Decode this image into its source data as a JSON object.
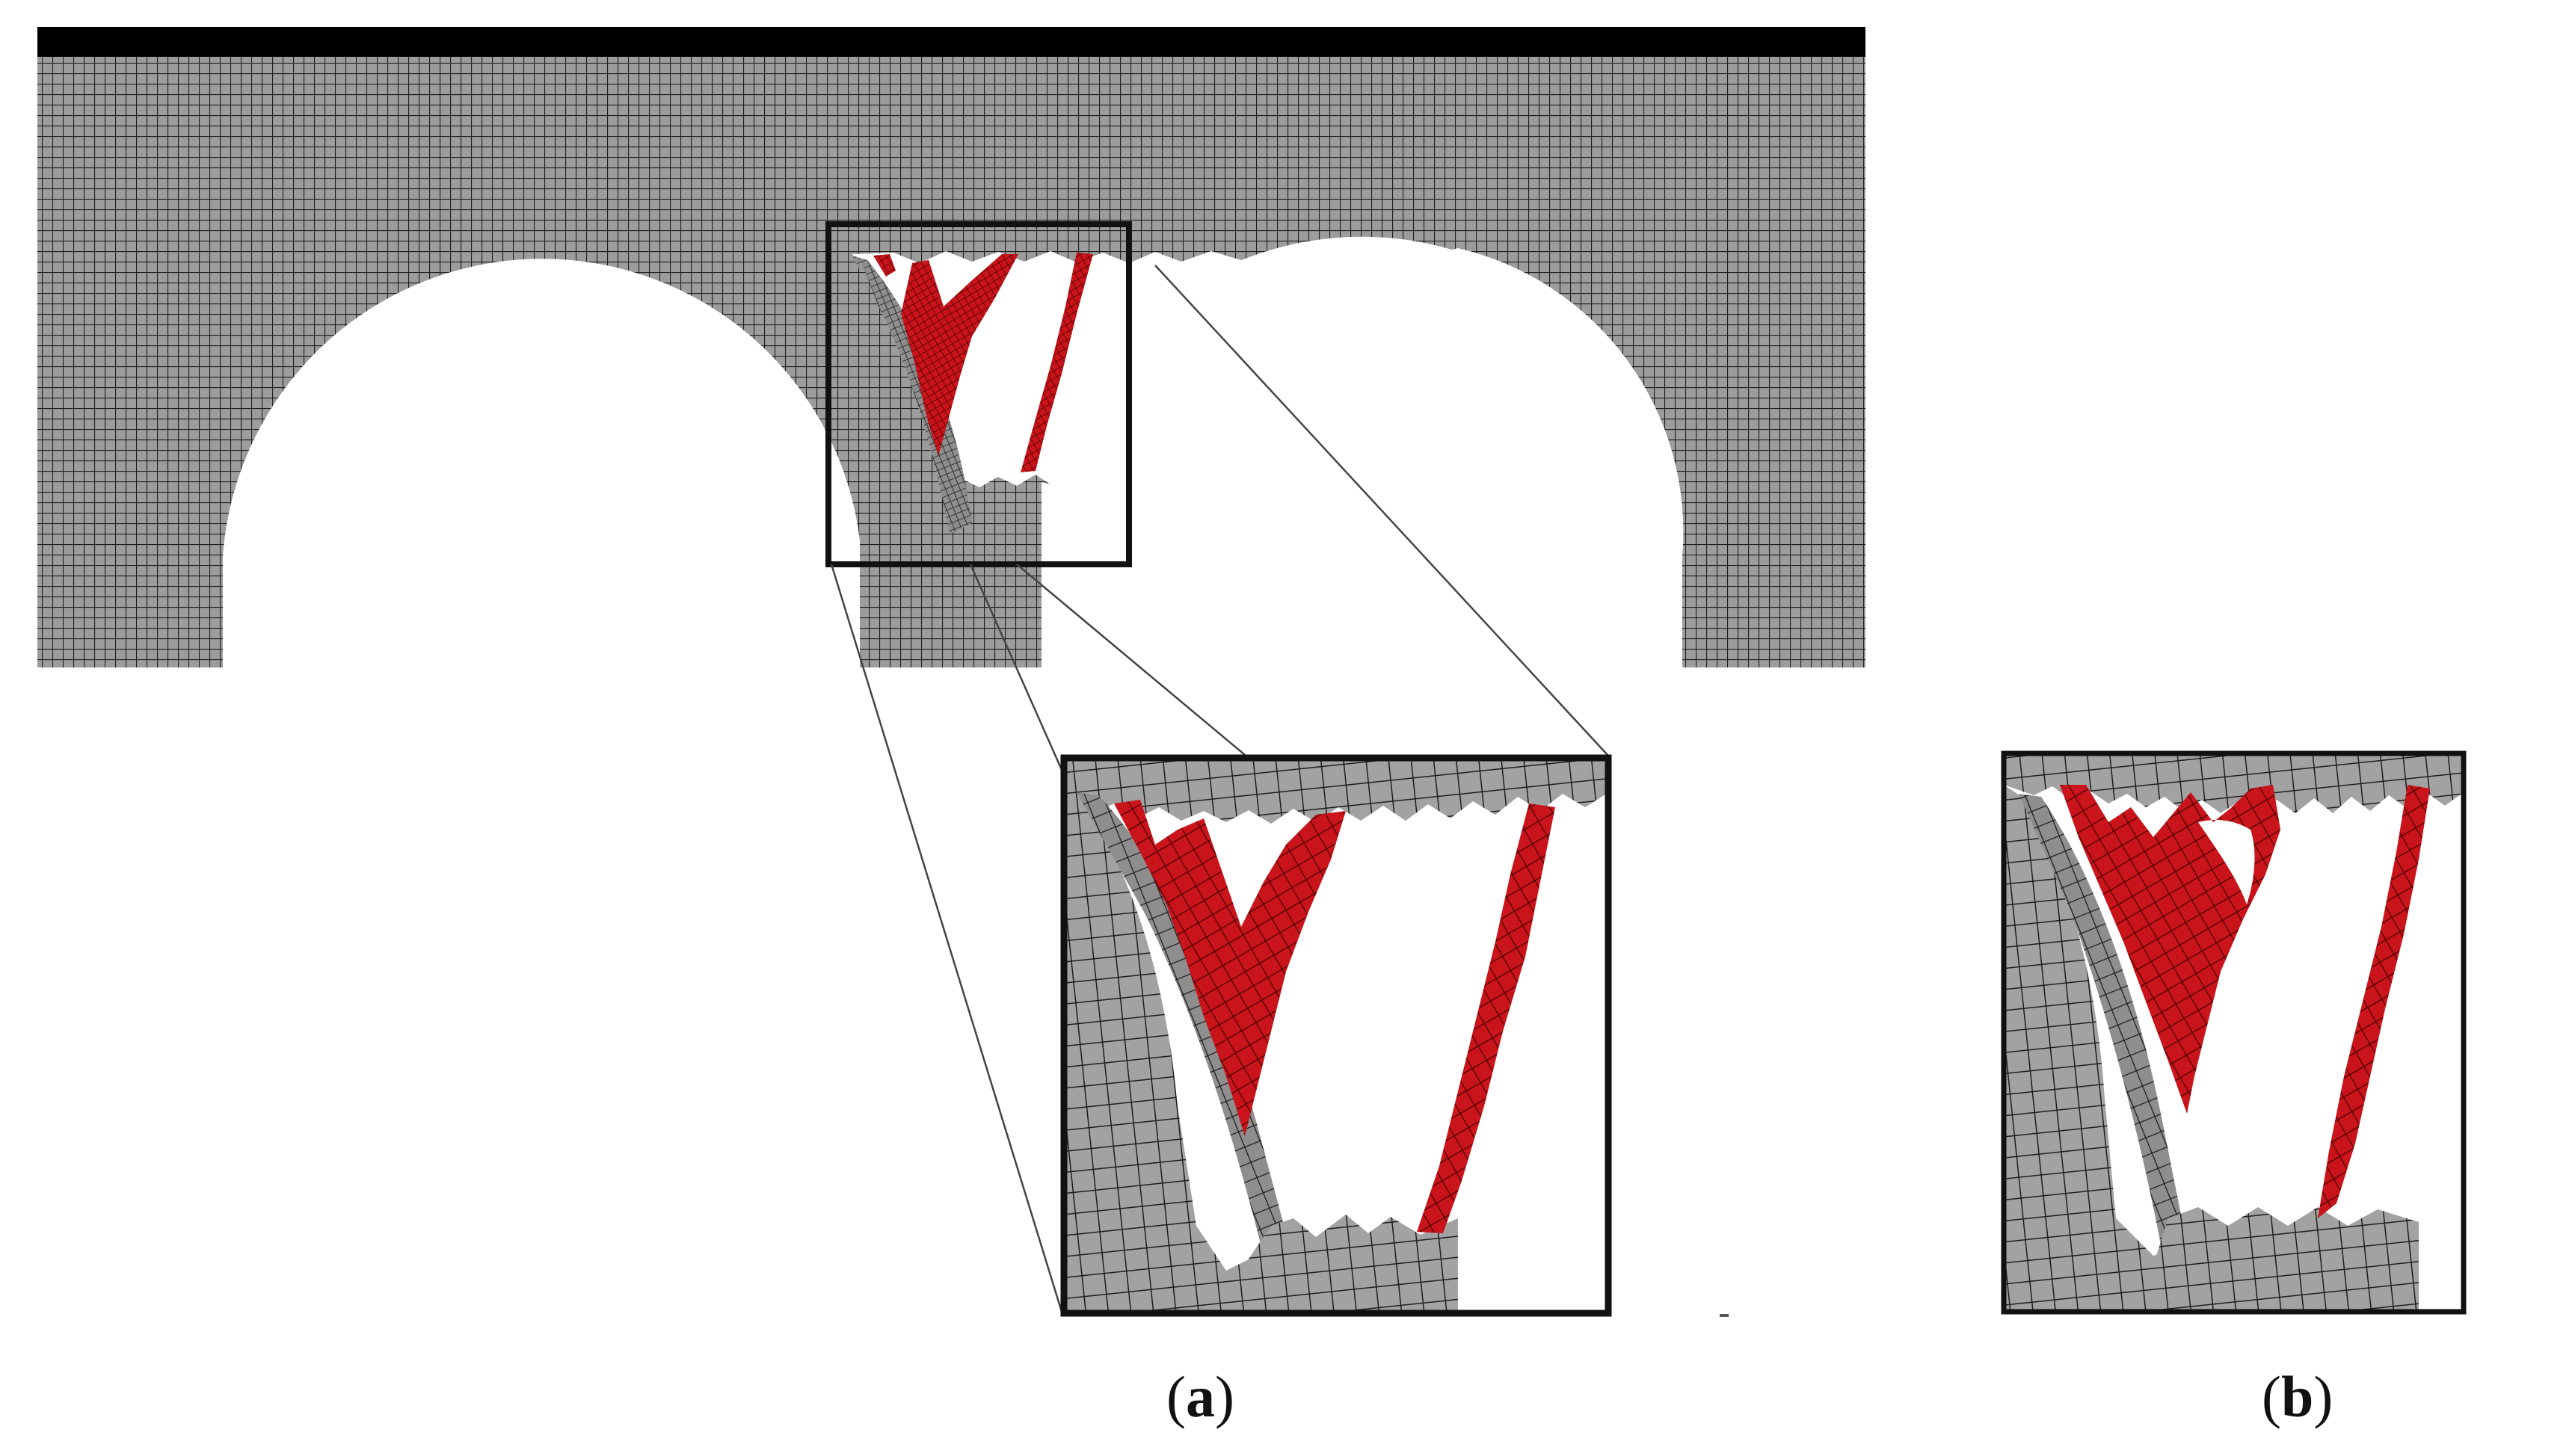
{
  "figure": {
    "colors": {
      "mesh_fill": "#9c9c9c",
      "mesh_line": "#1e1e1e",
      "top_plate": "#000000",
      "damaged_elements": "#c8141a",
      "damaged_line": "#4a0000",
      "frame": "#111111",
      "zoom_lines": "#444444"
    },
    "panels": [
      {
        "id": "a",
        "open": "(",
        "letter": "a",
        "close": ")"
      },
      {
        "id": "b",
        "open": "(",
        "letter": "b",
        "close": ")"
      }
    ]
  }
}
